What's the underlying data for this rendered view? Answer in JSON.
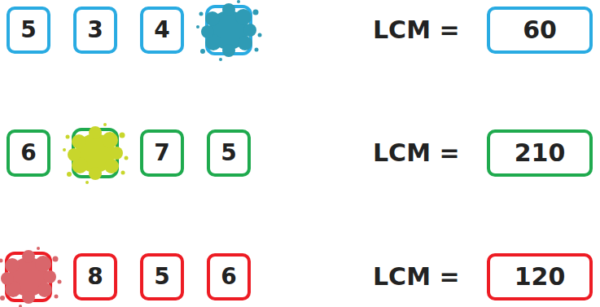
{
  "diagram": {
    "nodes": [
      {
        "text": [
          "5"
        ]
      },
      {
        "text": [
          "3"
        ]
      },
      {
        "text": [
          "4"
        ]
      },
      {
        "text": [
          "60"
        ]
      },
      {
        "text": [
          "6"
        ]
      },
      {
        "text": [
          "7"
        ]
      },
      {
        "text": [
          "5"
        ]
      },
      {
        "text": [
          "210"
        ]
      },
      {
        "text": [
          "8"
        ]
      },
      {
        "text": [
          "5"
        ]
      },
      {
        "text": [
          "6"
        ]
      },
      {
        "text": [
          "120"
        ]
      }
    ],
    "labels": [
      "LCM =",
      "LCM =",
      "LCM ="
    ]
  }
}
